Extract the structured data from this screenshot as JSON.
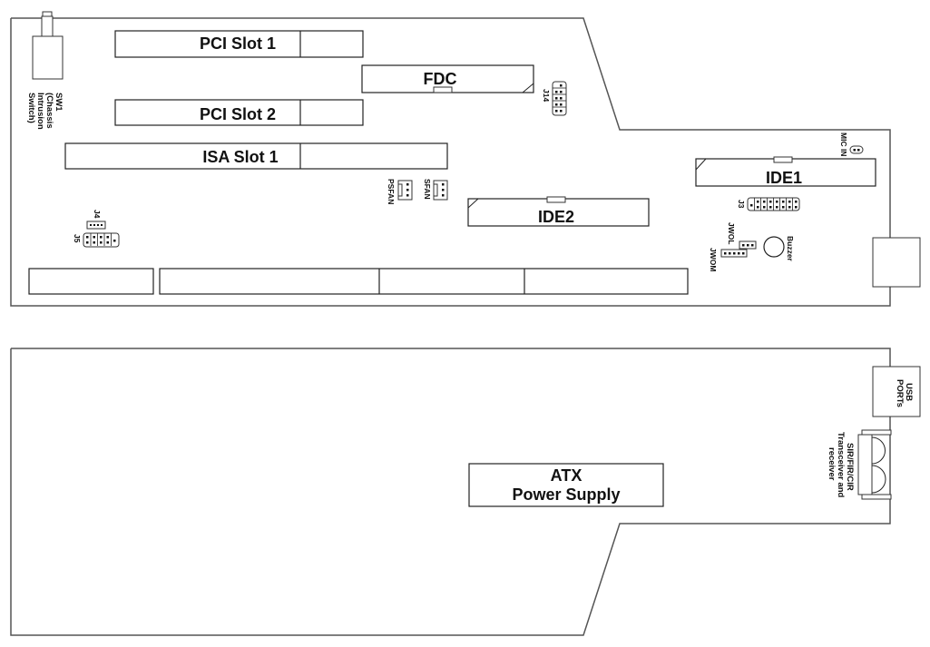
{
  "diagram": {
    "title": "Motherboard layout",
    "upper_board": {
      "sw1_label_lines": [
        "SW1",
        "(Chassis",
        "Intrusion",
        "Switch)"
      ],
      "pci_slot_1": "PCI Slot 1",
      "pci_slot_2": "PCI Slot 2",
      "isa_slot_1": "ISA Slot  1",
      "fdc": "FDC",
      "j14": "J14",
      "psfan": "PSFAN",
      "sfan": "SFAN",
      "ide1": "IDE1",
      "ide2": "IDE2",
      "j3": "J3",
      "j4": "J4",
      "j5": "J5",
      "mic_in": "MIC IN",
      "jwol": "JWOL",
      "jwom": "JWOM",
      "buzzer": "Buzzer"
    },
    "lower_board": {
      "atx_line_1": "ATX",
      "atx_line_2": "Power  Supply",
      "usb_line_1": "USB",
      "usb_line_2": "PORTs",
      "sir_lines": [
        "SIR/FIR/CIR",
        "Transceiver and",
        "receiver"
      ]
    }
  }
}
